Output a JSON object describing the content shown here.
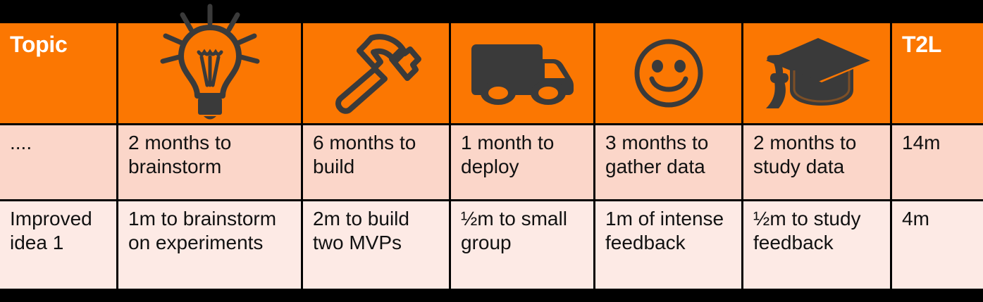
{
  "table": {
    "columns": [
      {
        "key": "topic",
        "header_type": "text",
        "header_label": "Topic",
        "icon": null
      },
      {
        "key": "ideate",
        "header_type": "icon",
        "header_label": "",
        "icon": "lightbulb-icon"
      },
      {
        "key": "build",
        "header_type": "icon",
        "header_label": "",
        "icon": "hammer-icon"
      },
      {
        "key": "deploy",
        "header_type": "icon",
        "header_label": "",
        "icon": "delivery-truck-icon"
      },
      {
        "key": "feedback",
        "header_type": "icon",
        "header_label": "",
        "icon": "smiley-face-icon"
      },
      {
        "key": "learn",
        "header_type": "icon",
        "header_label": "",
        "icon": "graduation-cap-icon"
      },
      {
        "key": "t2l",
        "header_type": "text",
        "header_label": "T2L",
        "icon": null
      }
    ],
    "rows": [
      {
        "topic": "....",
        "ideate": "2 months to brainstorm",
        "build": "6 months to build",
        "deploy": "1 month to deploy",
        "feedback": "3 months to gather data",
        "learn": "2 months to study data",
        "t2l": "14m"
      },
      {
        "topic": "Improved idea 1",
        "ideate": "1m to brainstorm on experiments",
        "build": "2m to build two MVPs",
        "deploy": "½m to small group",
        "feedback": "1m of intense feedback",
        "learn": "½m to study feedback",
        "t2l": "4m"
      }
    ]
  },
  "colors": {
    "header_background": "#FB7702",
    "header_text": "#FFFFFF",
    "row1_background": "#FBD6C9",
    "row2_background": "#FDEAE5",
    "body_text": "#111111",
    "icon": "#3A3A3A",
    "page_background": "#000000"
  }
}
